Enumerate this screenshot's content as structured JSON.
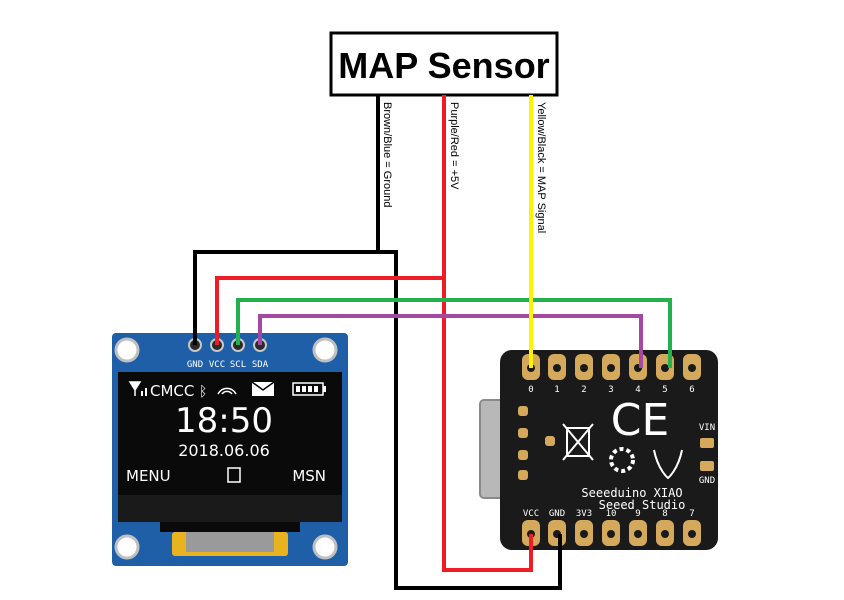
{
  "sensor": {
    "title": "MAP Sensor"
  },
  "wires": {
    "ground_label": "Brown/Blue = Ground",
    "power_label": "Purple/Red = +5V",
    "signal_label": "Yellow/Black = MAP Signal"
  },
  "colors": {
    "ground": "#000000",
    "power": "#ee1c24",
    "signal": "#fff200",
    "scl": "#22b14c",
    "sda": "#a349a4",
    "oled_pcb": "#1f5fa8",
    "xiao_pcb": "#1a1a1a",
    "pad": "#d4a95c"
  },
  "oled": {
    "pin_labels": [
      "GND",
      "VCC",
      "SCL",
      "SDA"
    ],
    "status_carrier": "CMCC",
    "time": "18:50",
    "date": "2018.06.06",
    "menu_left": "MENU",
    "menu_right": "MSN"
  },
  "xiao": {
    "top_pins": [
      "0",
      "1",
      "2",
      "3",
      "4",
      "5",
      "6"
    ],
    "bottom_pins": [
      "VCC",
      "GND",
      "3V3",
      "10",
      "9",
      "8",
      "7"
    ],
    "brand_line1": "Seeeduino XIAO",
    "brand_line2": "Seeed Studio",
    "vin_label": "VIN",
    "gnd_label": "GND",
    "ce_mark": "CE"
  }
}
